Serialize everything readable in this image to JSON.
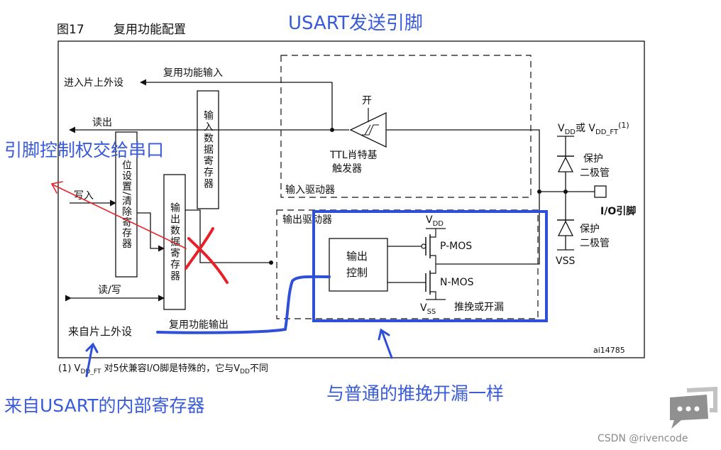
{
  "figure": {
    "label": "图17",
    "title": "复用功能配置",
    "id": "ai14785",
    "footnote": {
      "prefix": "(1) V",
      "sub1": "DD_FT",
      "middle": " 对5伏兼容I/O脚是特殊的，它与V",
      "sub2": "DD",
      "suffix": "不同"
    }
  },
  "labels": {
    "alt_input": "复用功能输入",
    "to_peripheral": "进入片上外设",
    "read_out": "读出",
    "input_data_register": "输入数据寄存器",
    "bit_set_reset_register": "位设置/清除寄存器",
    "output_data_register": "输出数据寄存器",
    "write_in": "写入",
    "read_write": "读/写",
    "from_peripheral": "来自片上外设",
    "alt_output": "复用功能输出",
    "input_driver": "输入驱动器",
    "output_driver": "输出驱动器",
    "schmitt_switch": "开",
    "schmitt_line1": "TTL肖特基",
    "schmitt_line2": "触发器",
    "output_control_line1": "输出",
    "output_control_line2": "控制",
    "pmos": "P-MOS",
    "nmos": "N-MOS",
    "push_pull_od": "推挽或开漏",
    "vdd_main": "V",
    "vdd_main_sub": "DD",
    "vdd_or": "或 V",
    "vdd_ft_sub": "DD_FT",
    "vdd_ft_note": "(1)",
    "vdd_out": "V",
    "vdd_out_sub": "DD",
    "vss_out": "V",
    "vss_out_sub": "SS",
    "vss_pin": "VSS",
    "protect_diode_1_line1": "保护",
    "protect_diode_1_line2": "二极管",
    "protect_diode_2_line1": "保护",
    "protect_diode_2_line2": "二极管",
    "io_pin": "I/O引脚"
  },
  "annotations": {
    "title": "USART发送引脚",
    "pin_control": "引脚控制权交给串口",
    "from_usart": "来自USART的内部寄存器",
    "same_as_normal": "与普通的推挽开漏一样",
    "watermark": "CSDN @rivencode"
  },
  "colors": {
    "annotation_blue": "#3a5bd9",
    "annotation_red": "#e8202a",
    "line": "#111111"
  }
}
